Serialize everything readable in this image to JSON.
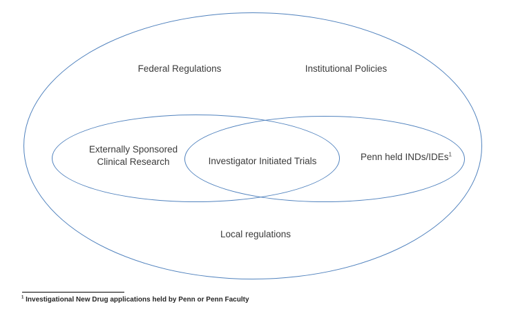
{
  "colors": {
    "ellipse_stroke": "#4F81BD",
    "label_text": "#3a3a3a",
    "footnote_text": "#262626",
    "divider": "#000000"
  },
  "diagram": {
    "labels": {
      "federal": "Federal Regulations",
      "institutional": "Institutional Policies",
      "local": "Local regulations"
    },
    "left_ellipse": {
      "line1": "Externally Sponsored",
      "line2": "Clinical Research"
    },
    "overlap": {
      "label": "Investigator Initiated Trials"
    },
    "right_ellipse": {
      "label": "Penn held INDs/IDEs",
      "superscript": "1"
    }
  },
  "footnote": {
    "marker": "1",
    "text": "Investigational New Drug applications held by Penn or Penn Faculty"
  }
}
